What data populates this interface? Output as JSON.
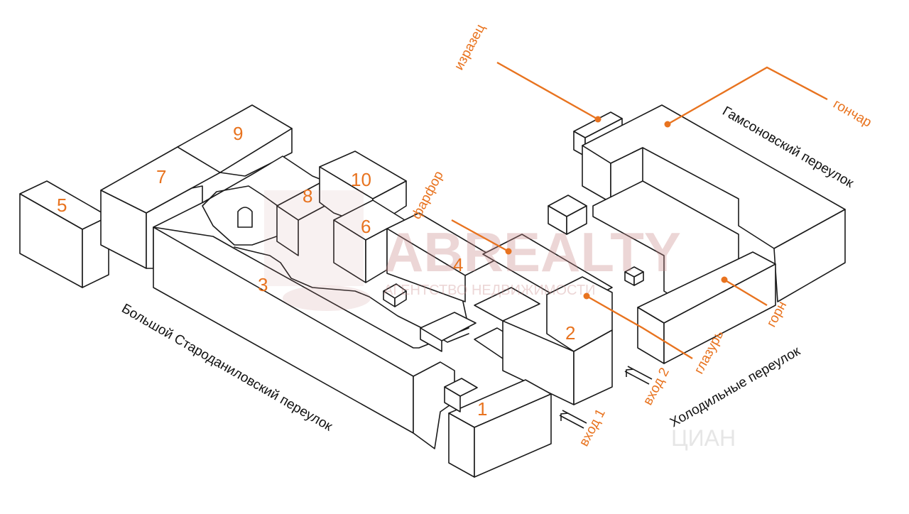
{
  "buildings": {
    "b1": "1",
    "b2": "2",
    "b3": "3",
    "b4": "4",
    "b5": "5",
    "b6": "6",
    "b7": "7",
    "b8": "8",
    "b9": "9",
    "b10": "10"
  },
  "labels": {
    "izrazets": "изразец",
    "gonchar": "гончар",
    "farfor": "фарфор",
    "gorn": "горн",
    "glazur": "глазурь",
    "entrance1": "вход 1",
    "entrance2": "вход 2"
  },
  "streets": {
    "bolshoy": "Большой Староданиловский переулок",
    "gamsonovsky": "Гамсоновский переулок",
    "holodilny": "Холодильные переулок"
  },
  "watermark": {
    "brand": "ABREALTY",
    "tagline": "АГЕНТСТВО НЕДВИЖИМОСТИ",
    "corner": "ЦИАН"
  },
  "colors": {
    "accent": "#e8731f",
    "line": "#1a1a1a",
    "watermark": "#c98b8b"
  }
}
